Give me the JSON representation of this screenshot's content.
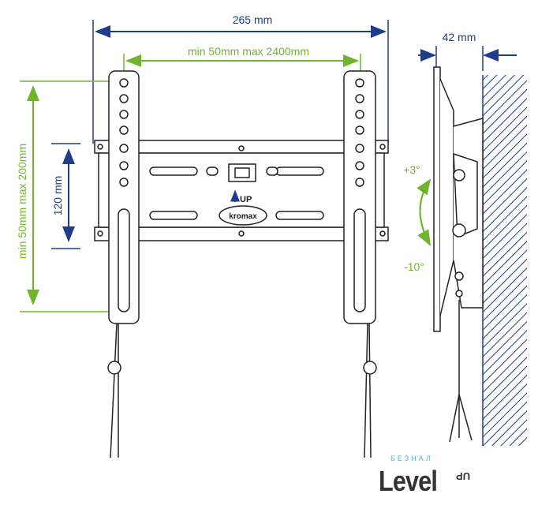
{
  "dimensions": {
    "width_total": "265 mm",
    "horizontal_vesa": "min 50mm max 2400mm",
    "vertical_vesa": "min 50mm max 200mm",
    "vertical_center": "120 mm",
    "wall_distance": "42 mm"
  },
  "tilt": {
    "up": "+3°",
    "down": "-10°"
  },
  "plate": {
    "up_label": "UP",
    "brand": "kromax"
  },
  "logo": {
    "sub": "БЕЗНАЛ",
    "main": "Level",
    "up": "UP"
  },
  "colors": {
    "blue": "#1f3c8a",
    "green": "#6fb52c"
  }
}
